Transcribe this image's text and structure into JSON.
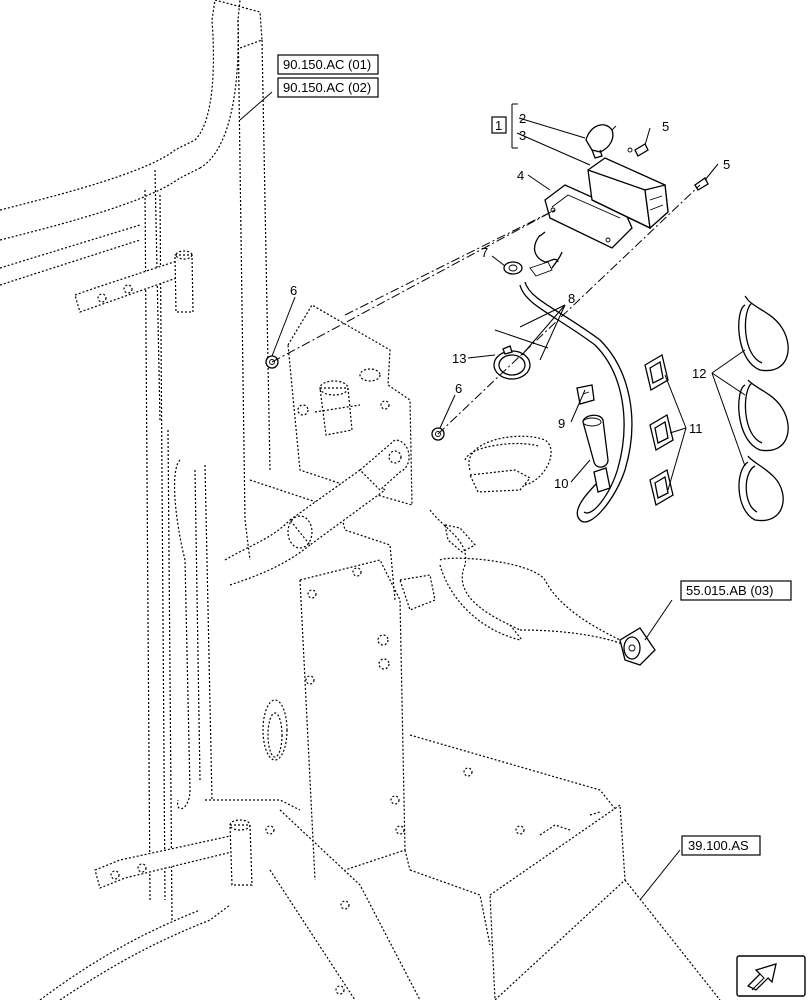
{
  "references": {
    "ref_cab_1": "90.150.AC (01)",
    "ref_cab_2": "90.150.AC (02)",
    "ref_harness": "55.015.AB (03)",
    "ref_floor": "39.100.AS"
  },
  "kit_label": "1",
  "callouts": {
    "c2": "2",
    "c3": "3",
    "c4": "4",
    "c5a": "5",
    "c5b": "5",
    "c6a": "6",
    "c6b": "6",
    "c7": "7",
    "c8": "8",
    "c9": "9",
    "c10": "10",
    "c11": "11",
    "c12": "12",
    "c13": "13"
  },
  "icons": {
    "navigation": "arrow-icon"
  }
}
